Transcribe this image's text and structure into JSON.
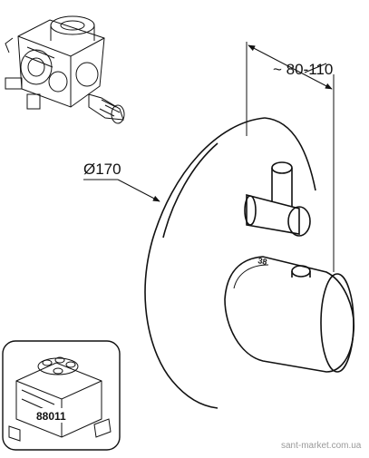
{
  "diagram": {
    "diameter_label": "Ø170",
    "depth_label": "~ 80-110",
    "inset_part_number": "88011",
    "watermark": "sant-market.com.ua"
  },
  "colors": {
    "line": "#111111",
    "background": "#ffffff",
    "part_fill": "#d8d8d8",
    "watermark": "#9a9a9a"
  }
}
